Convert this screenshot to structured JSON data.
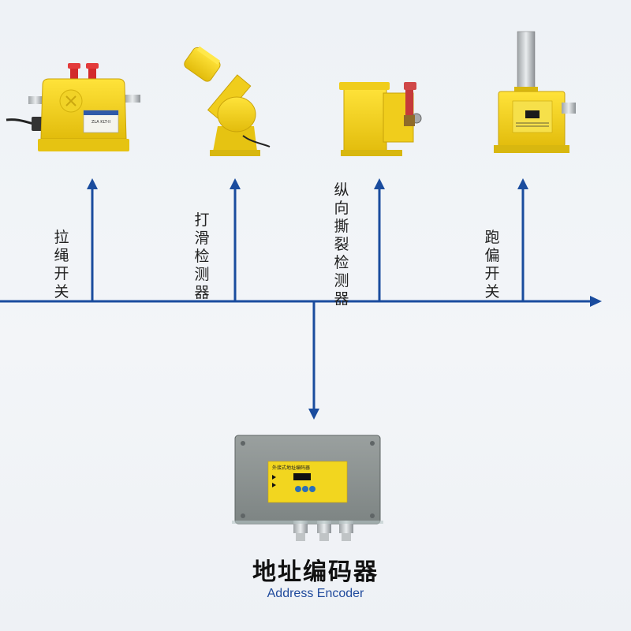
{
  "labels": {
    "pull_rope": "拉绳开关",
    "slip": "打滑检测器",
    "tear": "纵向撕裂检测器",
    "deviation": "跑偏开关"
  },
  "device_text": {
    "pull_plate": "ZLA KLT-II",
    "encoder_panel_title": "外接式地址编码器"
  },
  "title": "地址编码器",
  "subtitle": "Address Encoder",
  "colors": {
    "arrow": "#1a4c9e",
    "device_yellow": "#f3d21a",
    "device_shadow": "#caa70f",
    "encoder_gray": "#8a9090"
  }
}
